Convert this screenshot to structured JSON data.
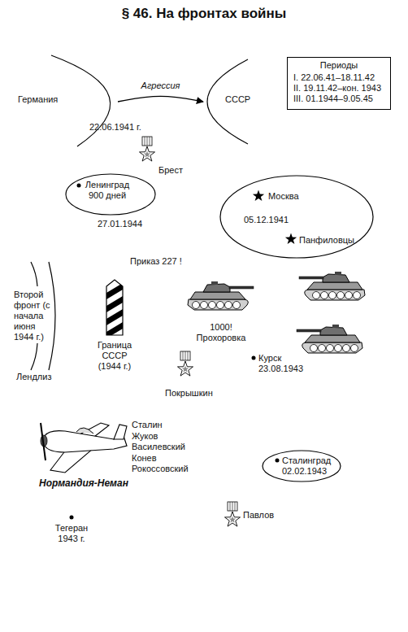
{
  "diagram": {
    "title": "§ 46. На фронтах войны",
    "nodes": [
      {
        "text": [
          "Германия"
        ]
      },
      {
        "text": [
          "СССР"
        ]
      },
      {
        "text": [
          "Периоды",
          "I. 22.06.41–18.11.42",
          "II. 19.11.42–кон. 1943",
          "III. 01.1944–9.05.45"
        ]
      },
      {
        "text": [
          "Ленинград 900 дней",
          "27.01.1944"
        ]
      },
      {
        "text": [
          "Москва",
          "05.12.1941",
          "Панфиловцы"
        ]
      },
      {
        "text": [
          "Сталинград 02.02.1943"
        ]
      }
    ],
    "edges": [
      {
        "from": 0,
        "to": 1,
        "arrow": "to",
        "label": "Агрессия"
      }
    ],
    "labels": [
      "22.06.1941 г.",
      "Брест",
      "Приказ 227 !",
      "Второй фронт (с начала июня 1944 г.)",
      "Граница СССР (1944 г.)",
      "1000! Прохоровка",
      "Курск 23.08.1943",
      "Лендлиз",
      "Покрышкин",
      "Сталин",
      "Жуков",
      "Василевский",
      "Конев",
      "Рокоссовский",
      "Нормандия-Неман",
      "Тегеран 1943 г.",
      "Павлов"
    ]
  }
}
